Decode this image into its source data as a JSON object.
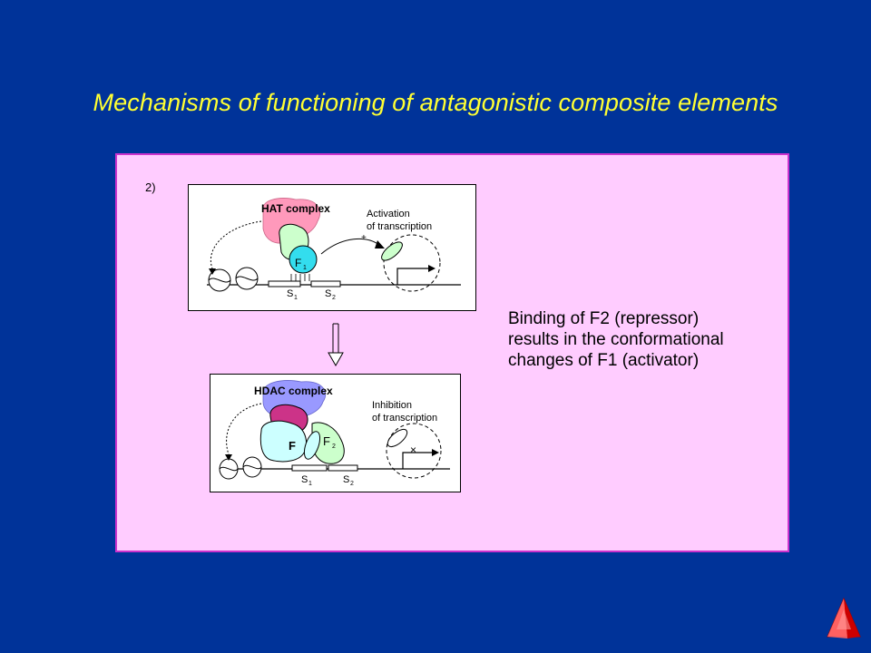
{
  "slide": {
    "title": "Mechanisms of functioning of antagonistic composite elements",
    "step_label": "2)"
  },
  "top_diagram": {
    "complex_label": "HAT complex",
    "activation_line1": "Activation",
    "activation_line2": "of transcription",
    "plus_sign": "+",
    "factor_label": "F",
    "factor_sub": "1",
    "site1": "S",
    "site1_sub": "1",
    "site2": "S",
    "site2_sub": "2"
  },
  "bottom_diagram": {
    "complex_label": "HDAC complex",
    "inhibition_line1": "Inhibition",
    "inhibition_line2": "of transcription",
    "factor1_label": "F",
    "factor2_label": "F",
    "factor2_sub": "2",
    "cross_mark": "×",
    "site1": "S",
    "site1_sub": "1",
    "site2": "S",
    "site2_sub": "2"
  },
  "caption": {
    "line1": "Binding of F2 (repressor)",
    "line2": "results in the conformational",
    "line3": "changes of F1 (activator)"
  },
  "colors": {
    "background": "#003399",
    "title": "#ffff33",
    "panel": "#ffccff",
    "panel_border": "#cc33cc",
    "hat_pink": "#ff99bb",
    "green": "#ccffcc",
    "cyan": "#33ddee",
    "hdac_blue": "#9999ff",
    "magenta": "#cc3388",
    "nav_red": "#ff3333"
  }
}
